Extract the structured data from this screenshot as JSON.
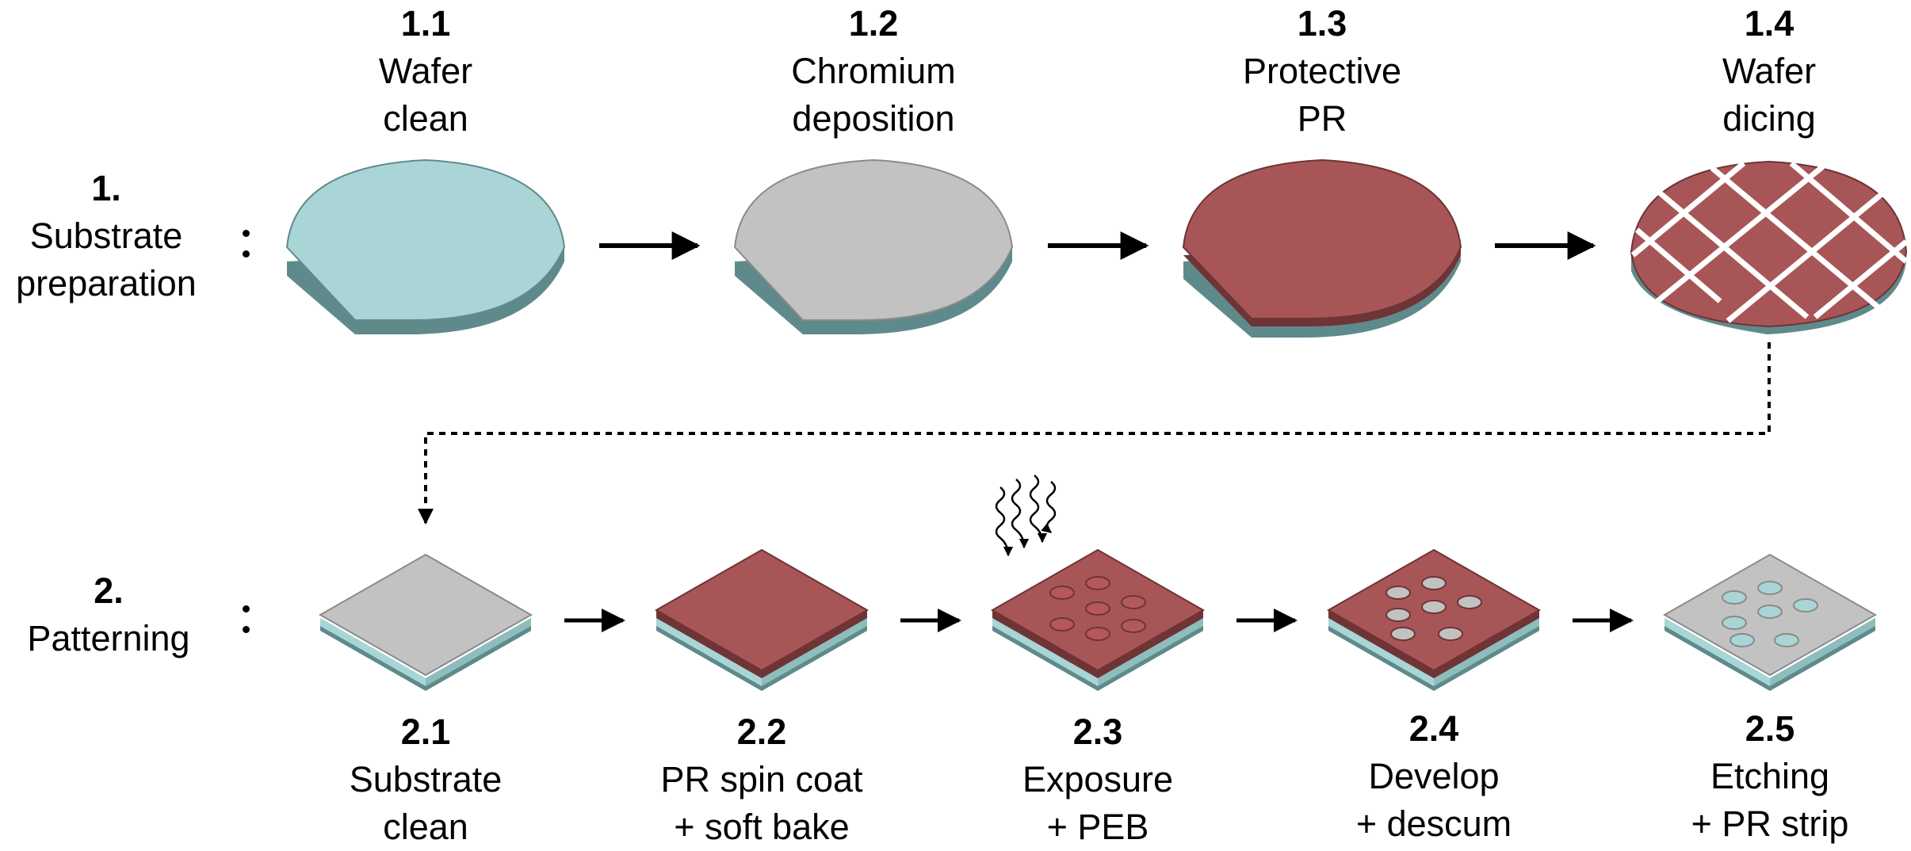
{
  "stages": [
    {
      "number": "1.",
      "name": "Substrate preparation"
    },
    {
      "number": "2.",
      "name": "Patterning"
    }
  ],
  "row1_steps": [
    {
      "number": "1.1",
      "line1": "Wafer",
      "line2": "clean"
    },
    {
      "number": "1.2",
      "line1": "Chromium",
      "line2": "deposition"
    },
    {
      "number": "1.3",
      "line1": "Protective",
      "line2": "PR"
    },
    {
      "number": "1.4",
      "line1": "Wafer",
      "line2": "dicing"
    }
  ],
  "row2_steps": [
    {
      "number": "2.1",
      "line1": "Substrate",
      "line2": "clean"
    },
    {
      "number": "2.2",
      "line1": "PR spin coat",
      "line2": "+ soft bake"
    },
    {
      "number": "2.3",
      "line1": "Exposure",
      "line2": "+ PEB"
    },
    {
      "number": "2.4",
      "line1": "Develop",
      "line2": "+ descum"
    },
    {
      "number": "2.5",
      "line1": "Etching",
      "line2": "+ PR strip"
    }
  ],
  "colors": {
    "glass": "#a9d5d6",
    "glass_edge": "#5f8a8c",
    "chromium": "#c2c2c2",
    "photoresist": "#a85558",
    "photoresist_edge": "#6e3436"
  }
}
